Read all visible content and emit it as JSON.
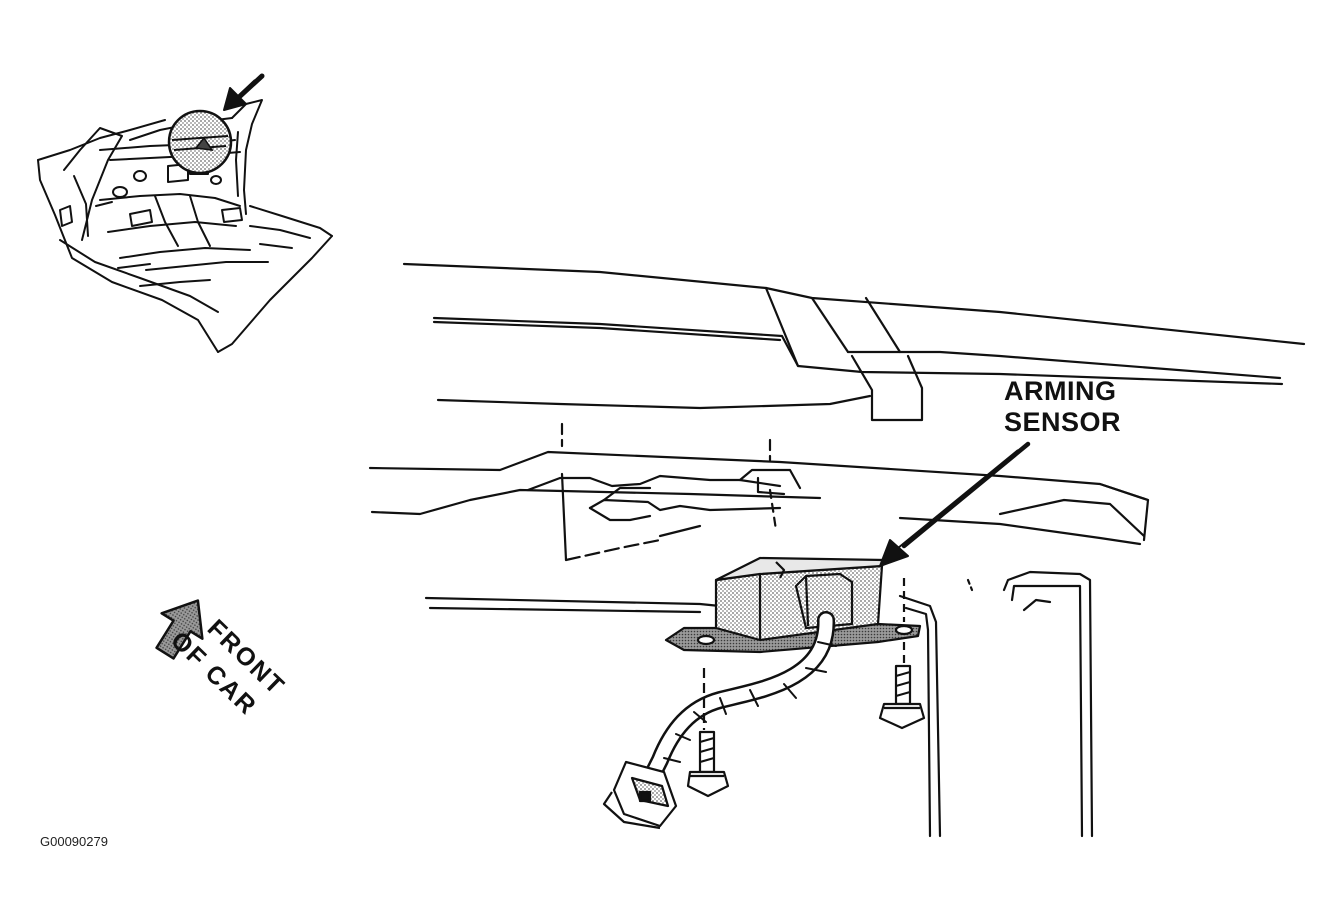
{
  "callout": {
    "line1": "ARMING",
    "line2": "SENSOR"
  },
  "front_indicator": {
    "line1": "FRONT",
    "line2": "OF CAR"
  },
  "figure_id": "G00090279",
  "icons": {
    "locator_arrow": "diagonal-arrow-icon",
    "front_arrow": "direction-arrow-icon",
    "bolt": "bolt-icon",
    "connector": "electrical-connector-icon"
  },
  "colors": {
    "ink": "#111111",
    "shading": "#bdbdbd",
    "paper": "#ffffff"
  }
}
